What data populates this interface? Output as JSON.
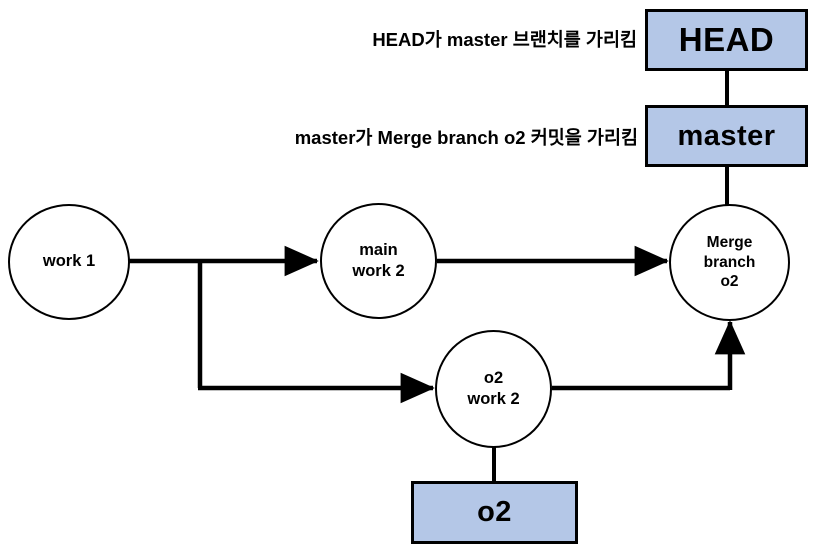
{
  "diagram": {
    "title": "Git branch merge graph with HEAD and master refs",
    "background_color": "#ffffff",
    "line_color": "#000000",
    "ref_fill_color": "#b4c7e7",
    "ref_border_color": "#000000",
    "commit_fill_color": "#ffffff"
  },
  "refs": {
    "head": {
      "label": "HEAD"
    },
    "master": {
      "label": "master"
    },
    "o2": {
      "label": "o2"
    }
  },
  "commits": {
    "work1": {
      "label": "work 1"
    },
    "main_work2": {
      "label": "main\nwork 2"
    },
    "o2_work2": {
      "label": "o2\nwork 2"
    },
    "merge": {
      "label": "Merge\nbranch\no2"
    }
  },
  "captions": {
    "head_note": "HEAD가 master 브랜치를 가리킴",
    "master_note": "master가 Merge branch o2 커밋을 가리킴"
  },
  "edges": [
    {
      "name": "head-to-master",
      "from": "HEAD",
      "to": "master",
      "arrow": false
    },
    {
      "name": "master-to-merge",
      "from": "master",
      "to": "Merge branch o2",
      "arrow": false
    },
    {
      "name": "work1-to-main-work2",
      "from": "work 1",
      "to": "main work 2",
      "arrow": true
    },
    {
      "name": "main-work2-to-merge",
      "from": "main work 2",
      "to": "Merge branch o2",
      "arrow": true
    },
    {
      "name": "work1-to-o2-work2",
      "from": "work 1",
      "to": "o2 work 2",
      "arrow": true
    },
    {
      "name": "o2-work2-to-merge",
      "from": "o2 work 2",
      "to": "Merge branch o2",
      "arrow": true
    },
    {
      "name": "o2-ref-to-o2-work2",
      "from": "o2",
      "to": "o2 work 2",
      "arrow": false
    }
  ]
}
